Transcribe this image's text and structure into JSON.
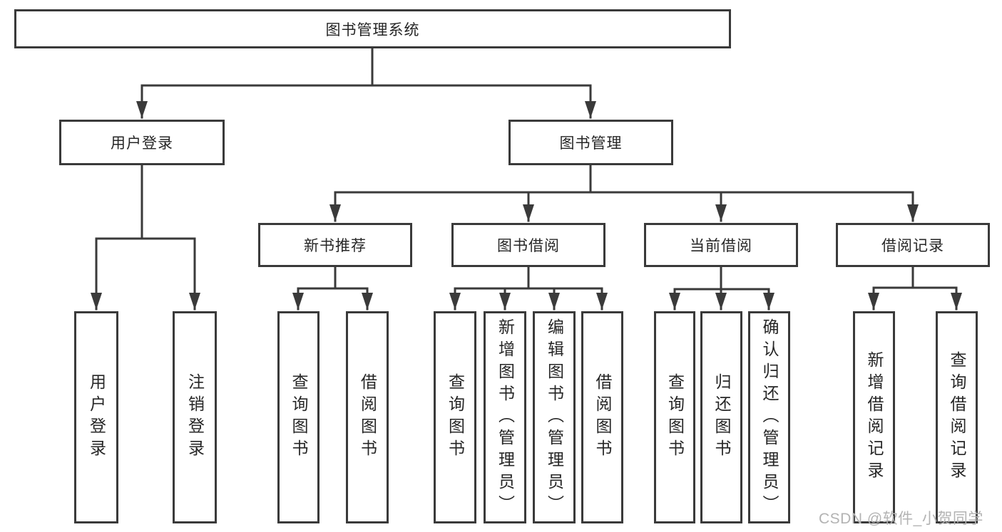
{
  "diagram": {
    "root": {
      "label": "图书管理系统"
    },
    "branches": [
      {
        "label": "用户登录",
        "children": [
          "用户登录",
          "注销登录"
        ]
      },
      {
        "label": "图书管理",
        "groups": [
          {
            "label": "新书推荐",
            "children": [
              "查询图书",
              "借阅图书"
            ]
          },
          {
            "label": "图书借阅",
            "children": [
              "查询图书",
              "新增图书（管理员）",
              "编辑图书（管理员）",
              "借阅图书"
            ]
          },
          {
            "label": "当前借阅",
            "children": [
              "查询图书",
              "归还图书",
              "确认归还（管理员）"
            ]
          },
          {
            "label": "借阅记录",
            "children": [
              "新增借阅记录",
              "查询借阅记录"
            ]
          }
        ]
      }
    ]
  },
  "watermark": {
    "text": "CSDN @软件_小贺同学"
  },
  "colors": {
    "line": "#3a3a3a",
    "text": "#262626",
    "watermark": "#b3b3b3",
    "background": "#ffffff"
  }
}
